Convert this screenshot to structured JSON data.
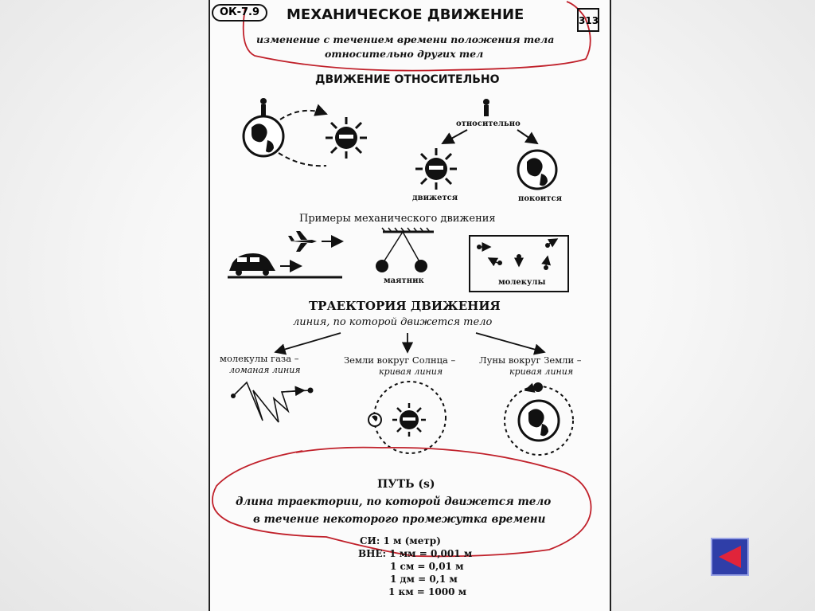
{
  "header": {
    "code": "ОК-7.9",
    "page": "313",
    "title": "МЕХАНИЧЕСКОЕ ДВИЖЕНИЕ",
    "definition_line1": "изменение с течением времени положения тела",
    "definition_line2": "относительно других тел"
  },
  "relative": {
    "heading": "ДВИЖЕНИЕ ОТНОСИТЕЛЬНО",
    "relative_label": "относительно",
    "moving_label": "движется",
    "resting_label": "покоится"
  },
  "examples": {
    "heading": "Примеры механического движения",
    "pendulum_label": "маятник",
    "molecules_label": "молекулы"
  },
  "trajectory": {
    "heading": "ТРАЕКТОРИЯ ДВИЖЕНИЯ",
    "definition": "линия, по которой движется тело",
    "gas_line1": "молекулы газа –",
    "gas_line2": "ломаная линия",
    "earth_line1": "Земли вокруг Солнца –",
    "earth_line2": "кривая линия",
    "moon_line1": "Луны вокруг Земли –",
    "moon_line2": "кривая линия"
  },
  "path": {
    "heading": "ПУТЬ (s)",
    "definition_line1": "длина траектории, по которой движется тело",
    "definition_line2": "в течение некоторого промежутка времени",
    "si": "СИ: 1 м (метр)",
    "units": [
      "ВНЕ: 1 мм = 0,001 м",
      "1 см = 0,01 м",
      "1 дм = 0,1 м",
      "1 км = 1000 м"
    ]
  },
  "colors": {
    "annotation": "#c0202a",
    "nav_button": "#2f3ea8",
    "nav_arrow": "#e0243a"
  },
  "icons": [
    "sun-icon",
    "earth-icon",
    "person-icon",
    "airplane-icon",
    "car-icon",
    "pendulum-icon",
    "back-arrow-icon"
  ]
}
